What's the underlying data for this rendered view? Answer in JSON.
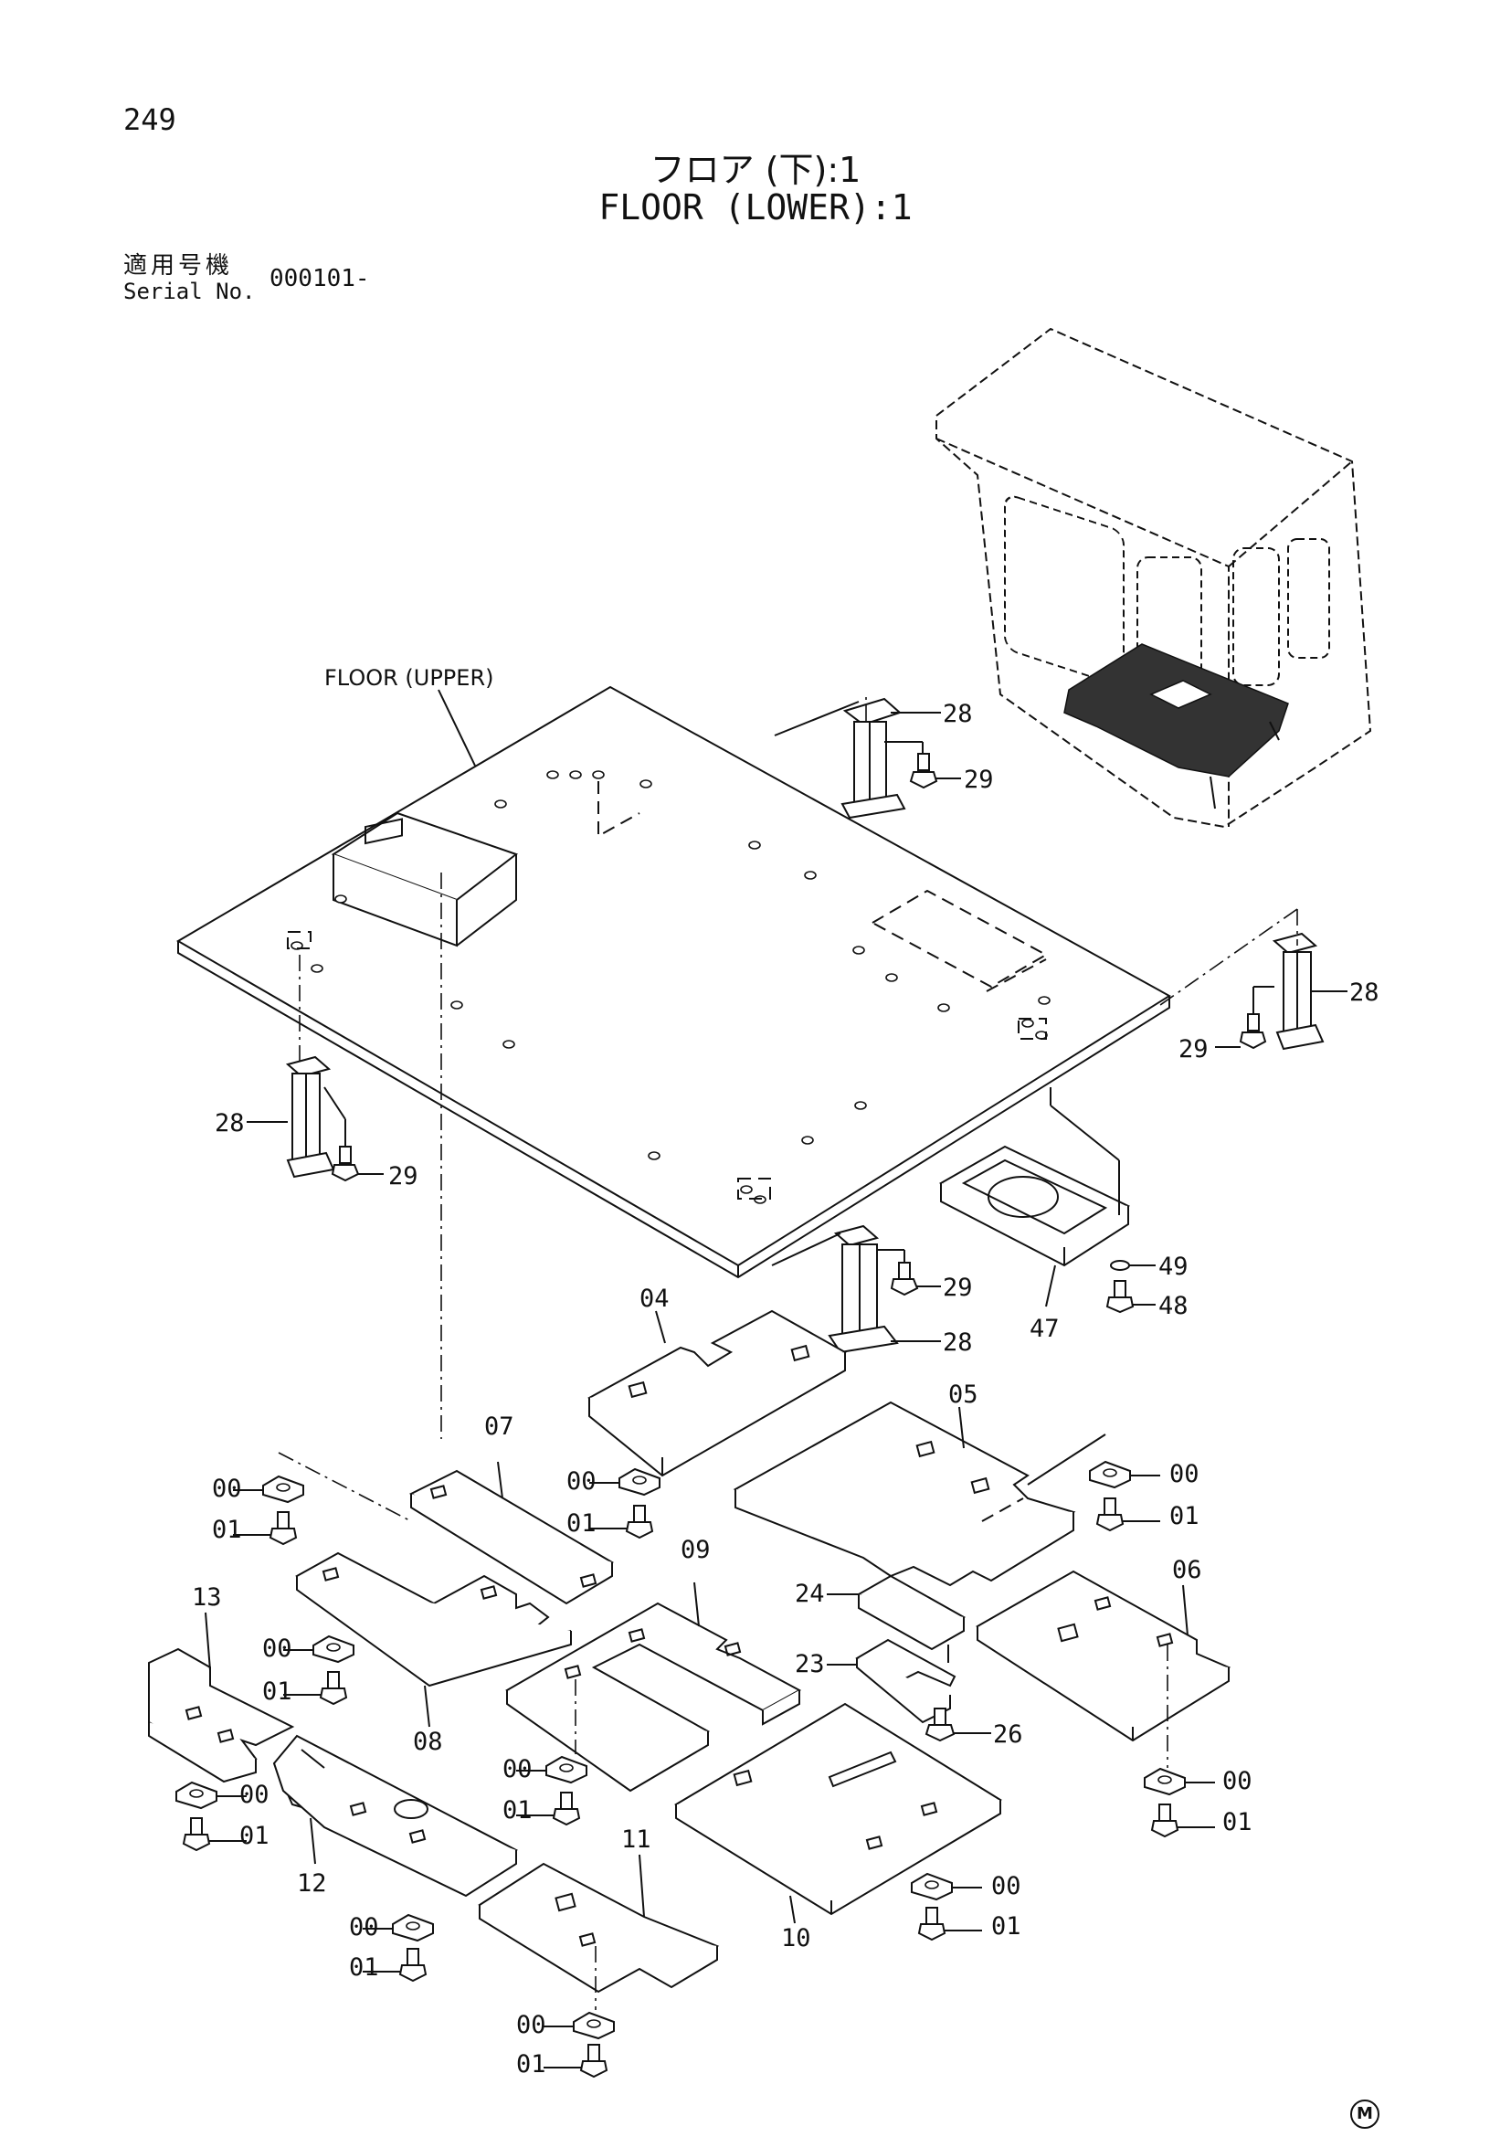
{
  "header": {
    "page_number": "249",
    "title_jp": "フロア (下):1",
    "title_en": "FLOOR (LOWER):1",
    "serial_label_jp": "適用号機",
    "serial_label_en": "Serial No.",
    "serial_value": "000101-"
  },
  "labels": {
    "floor_upper": "FLOOR (UPPER)",
    "part_28a": "28",
    "part_29a": "29",
    "part_28b": "28",
    "part_29b": "29",
    "part_28c": "28",
    "part_29c": "29",
    "part_28d": "28",
    "part_29d": "29",
    "part_47": "47",
    "part_48": "48",
    "part_49": "49",
    "part_04": "04",
    "part_05": "05",
    "part_06": "06",
    "part_07": "07",
    "part_08": "08",
    "part_09": "09",
    "part_10": "10",
    "part_11": "11",
    "part_12": "12",
    "part_13": "13",
    "part_23": "23",
    "part_24": "24",
    "part_26": "26",
    "part_00a": "00",
    "part_01a": "01",
    "part_00b": "00",
    "part_01b": "01",
    "part_00c": "00",
    "part_01c": "01",
    "part_00d": "00",
    "part_01d": "01",
    "part_00e": "00",
    "part_01e": "01",
    "part_00f": "00",
    "part_01f": "01",
    "part_00g": "00",
    "part_01g": "01",
    "part_00h": "00",
    "part_01h": "01",
    "part_00i": "00",
    "part_01i": "01"
  },
  "footer": {
    "mark": "M"
  }
}
